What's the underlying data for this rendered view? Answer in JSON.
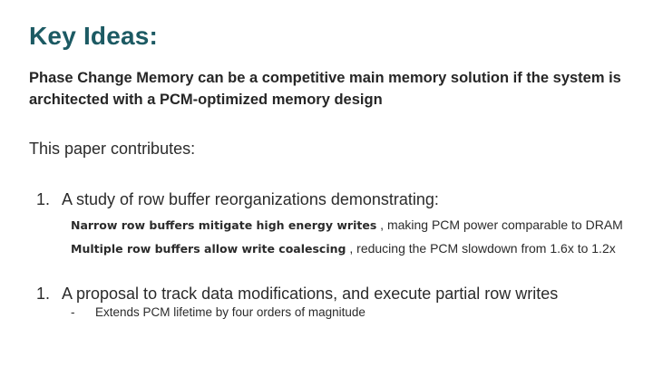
{
  "slide": {
    "title": "Key Ideas:",
    "thesis": "Phase Change Memory can be a competitive main memory solution if the system is architected with a PCM-optimized memory design",
    "contributes_label": "This paper contributes:",
    "items": [
      {
        "number": "1.",
        "text": "A study of row buffer reorganizations demonstrating:",
        "subpoints": [
          {
            "bold": "Narrow row buffers mitigate high energy writes",
            "rest": " , making PCM power comparable to DRAM"
          },
          {
            "bold": "Multiple row buffers allow write coalescing",
            "rest": " , reducing the PCM slowdown from 1.6x to 1.2x"
          }
        ]
      },
      {
        "number": "1.",
        "text": "A proposal to track data modifications, and execute partial row writes",
        "subpoints": [
          {
            "marker": "-",
            "text": "Extends PCM lifetime by four orders of magnitude"
          }
        ]
      }
    ]
  },
  "colors": {
    "title": "#1c5a63",
    "text": "#2b2b2b",
    "background": "#ffffff"
  }
}
